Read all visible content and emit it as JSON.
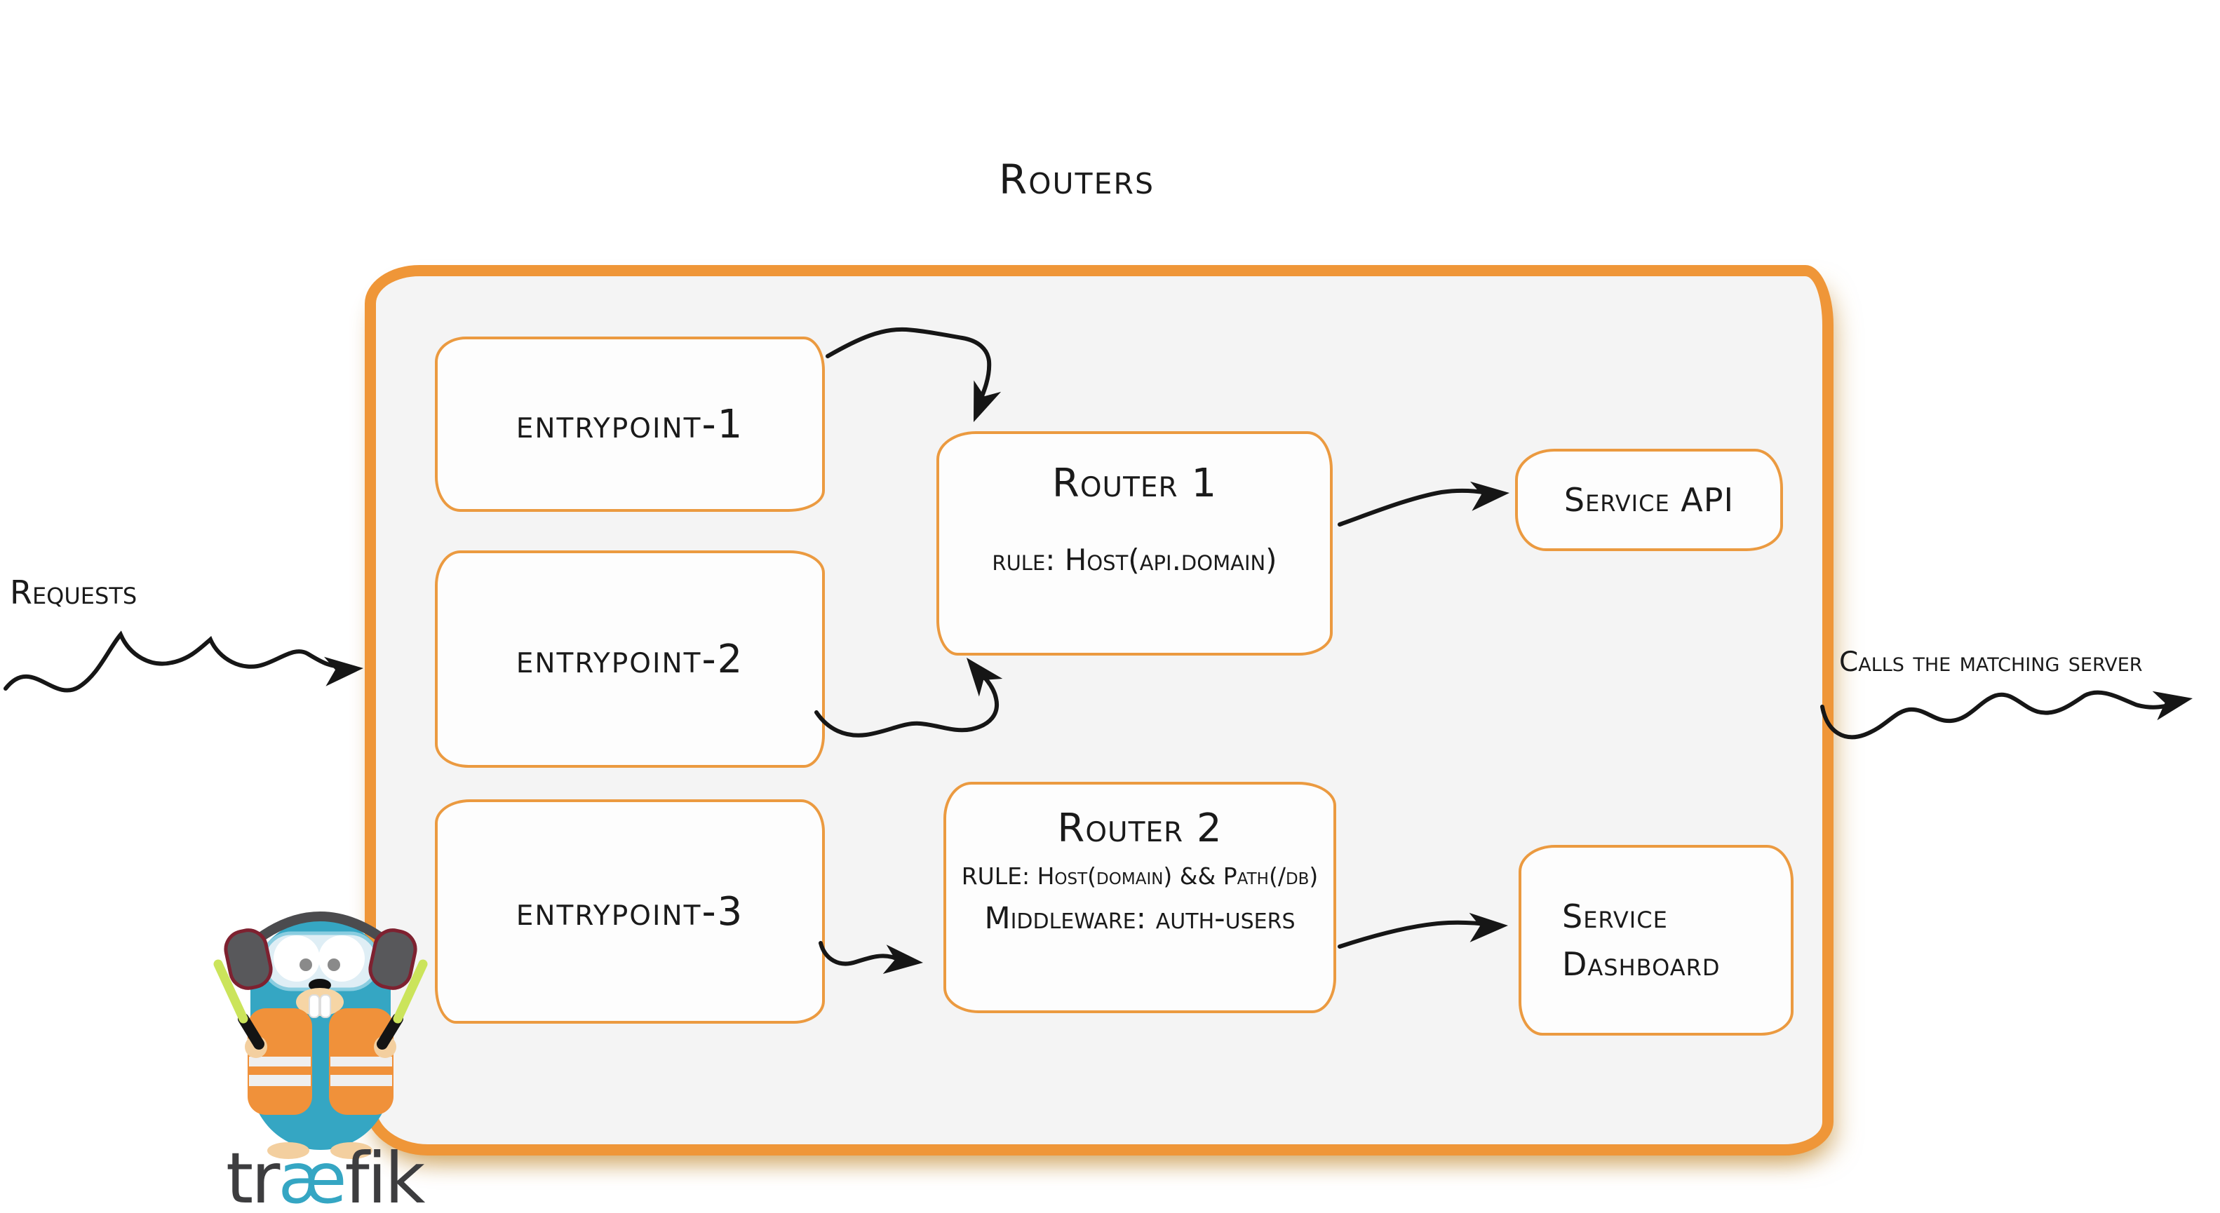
{
  "diagram": {
    "title": "Routers",
    "labels": {
      "requests": "Requests",
      "calls_matching_server": "Calls the matching server"
    },
    "entrypoints": [
      {
        "label": "entrypoint-1"
      },
      {
        "label": "entrypoint-2"
      },
      {
        "label": "entrypoint-3"
      }
    ],
    "routers": [
      {
        "title": "Router 1",
        "rule": "rule: Host(api.domain)"
      },
      {
        "title": "Router 2",
        "rule": "RULE: Host(domain) && Path(/db)",
        "middleware": "Middleware: auth-users"
      }
    ],
    "services": [
      {
        "label": "Service API"
      },
      {
        "line1": "Service",
        "line2": "Dashboard"
      }
    ],
    "connections": [
      {
        "from": "requests",
        "to": "routers-zone"
      },
      {
        "from": "entrypoint-1",
        "to": "router-1"
      },
      {
        "from": "entrypoint-2",
        "to": "router-1"
      },
      {
        "from": "entrypoint-3",
        "to": "router-2"
      },
      {
        "from": "router-1",
        "to": "service-api"
      },
      {
        "from": "router-2",
        "to": "service-dashboard"
      },
      {
        "from": "routers-zone",
        "to": "matching-server"
      }
    ]
  },
  "logo": {
    "wordmark": "træfik",
    "parts": {
      "pre": "tr",
      "ae": "æ",
      "post": "fik"
    }
  },
  "colors": {
    "brand_orange": "#ef9638",
    "box_border_orange": "#eb9a40",
    "zone_fill": "#f4f4f4",
    "ink": "#161616",
    "gopher_teal": "#35a6c3",
    "vest_orange": "#f0913a",
    "stick_green": "#cbe45b",
    "headphone_gray": "#58585b",
    "headphone_red": "#7e2130",
    "wordmark_gray": "#3d3d3f"
  }
}
